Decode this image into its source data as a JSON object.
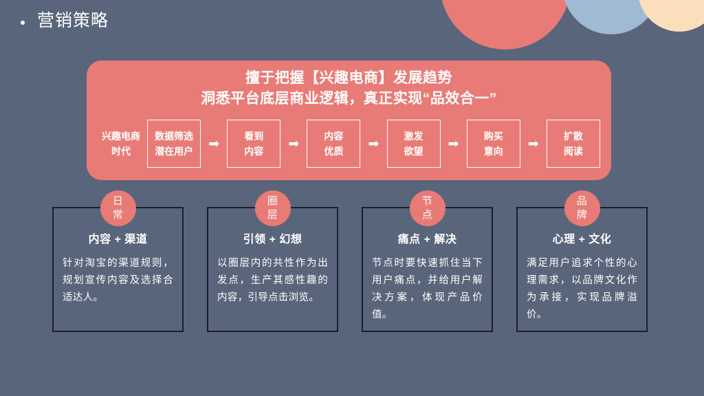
{
  "slide": {
    "title": "营销策略",
    "bullet_glyph": "•",
    "background_color": "#59657a",
    "accent_color": "#e87b76"
  },
  "decorations": [
    {
      "name": "circle-salmon",
      "color": "#e87b76"
    },
    {
      "name": "circle-blue",
      "color": "#9fbad2"
    },
    {
      "name": "circle-cream",
      "color": "#fbdfbd"
    }
  ],
  "flow_panel": {
    "heading_line1": "擅于把握【兴趣电商】发展趋势",
    "heading_line2": "洞悉平台底层商业逻辑，真正实现“品效合一”",
    "start_label_line1": "兴趣电商",
    "start_label_line2": "时代",
    "arrow_glyph": "➡",
    "steps": [
      {
        "line1": "数据筛选",
        "line2": "潜在用户"
      },
      {
        "line1": "看到",
        "line2": "内容"
      },
      {
        "line1": "内容",
        "line2": "优质"
      },
      {
        "line1": "激发",
        "line2": "欲望"
      },
      {
        "line1": "购买",
        "line2": "意向"
      },
      {
        "line1": "扩散",
        "line2": "阅读"
      }
    ]
  },
  "cards": [
    {
      "badge_line1": "日",
      "badge_line2": "常",
      "title": "内容 + 渠道",
      "body": "针对淘宝的渠道规则，规划宣传内容及选择合适达人。"
    },
    {
      "badge_line1": "圈",
      "badge_line2": "层",
      "title": "引领 + 幻想",
      "body": "以圈层内的共性作为出发点，生产其感性趣的内容，引导点击浏览。"
    },
    {
      "badge_line1": "节",
      "badge_line2": "点",
      "title": "痛点 + 解决",
      "body": "节点时要快速抓住当下用户痛点，并给用户解决方案，体现产品价值。"
    },
    {
      "badge_line1": "品",
      "badge_line2": "牌",
      "title": "心理 + 文化",
      "body": "满足用户追求个性的心理需求，以品牌文化作为承接，实现品牌溢价。"
    }
  ]
}
